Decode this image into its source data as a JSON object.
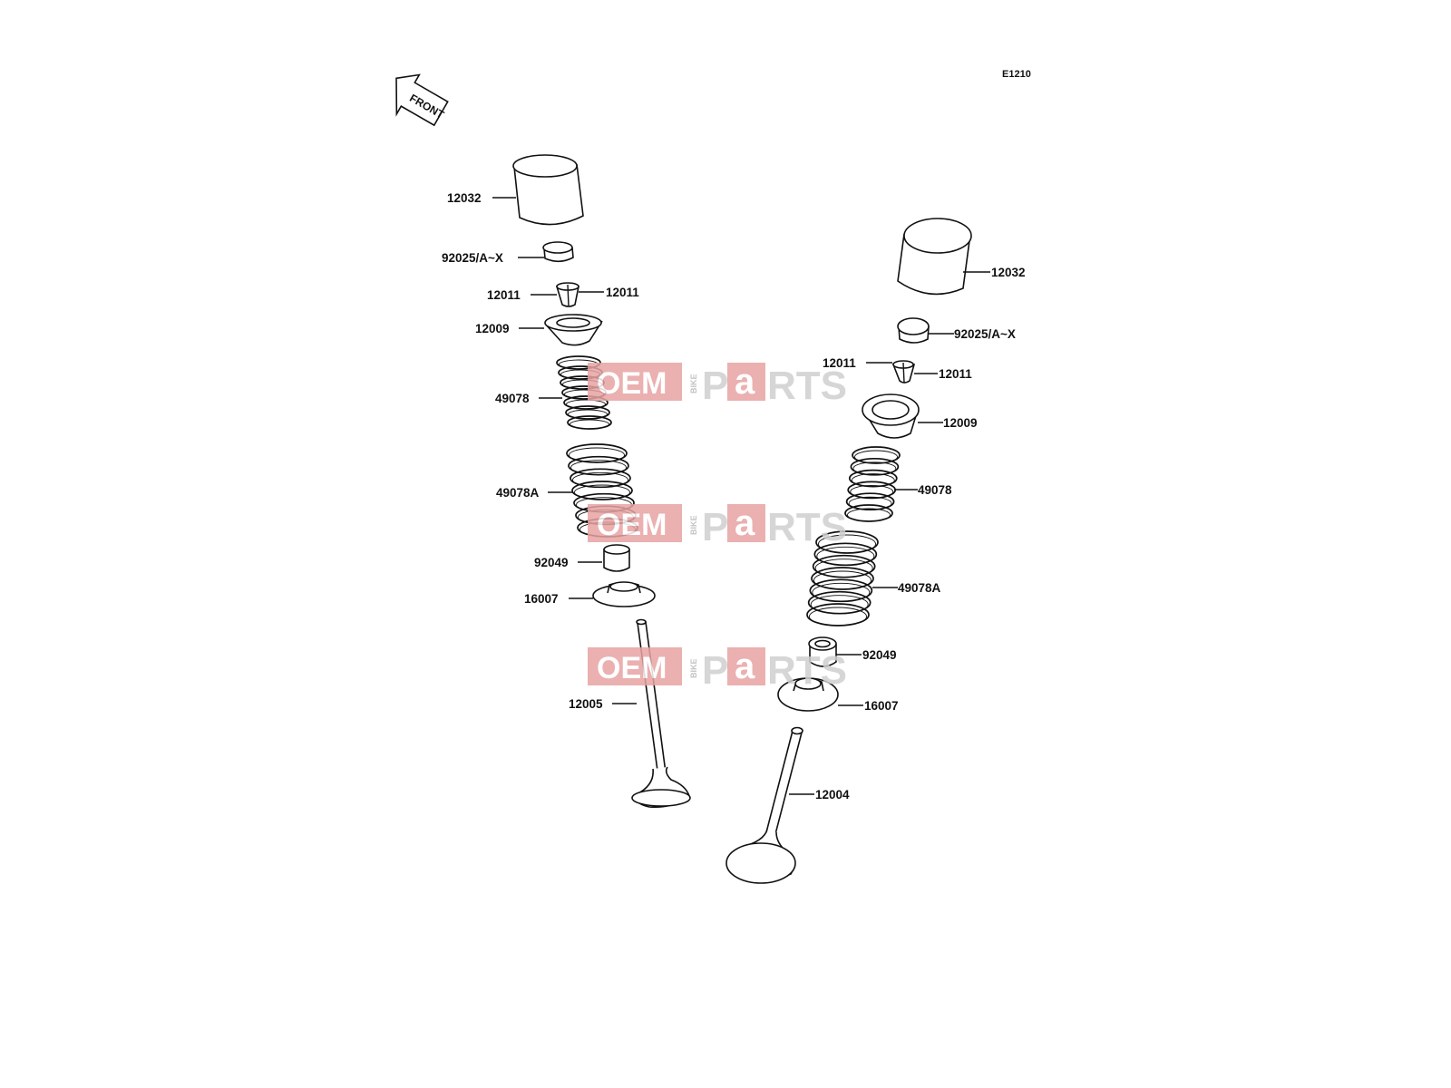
{
  "diagram": {
    "code": "E1210",
    "front_label": "FRONT",
    "left_labels": {
      "tappet": "12032",
      "shim": "92025/A~X",
      "cotter_left": "12011",
      "cotter_right": "12011",
      "retainer": "12009",
      "inner_spring": "49078",
      "outer_spring": "49078A",
      "seal": "92049",
      "spring_seat": "16007",
      "valve": "12005"
    },
    "right_labels": {
      "tappet": "12032",
      "shim": "92025/A~X",
      "cotter_left": "12011",
      "cotter_right": "12011",
      "retainer": "12009",
      "inner_spring": "49078",
      "outer_spring": "49078A",
      "seal": "92049",
      "spring_seat": "16007",
      "valve": "12004"
    }
  },
  "watermark": {
    "oem": "OEM",
    "bike": "BIKE",
    "parts_p": "P",
    "parts_a": "a",
    "parts_rts": "RTS"
  },
  "colors": {
    "watermark_red": "#e8a3a3",
    "watermark_gray": "#cfcfcf",
    "ink": "#111111"
  }
}
